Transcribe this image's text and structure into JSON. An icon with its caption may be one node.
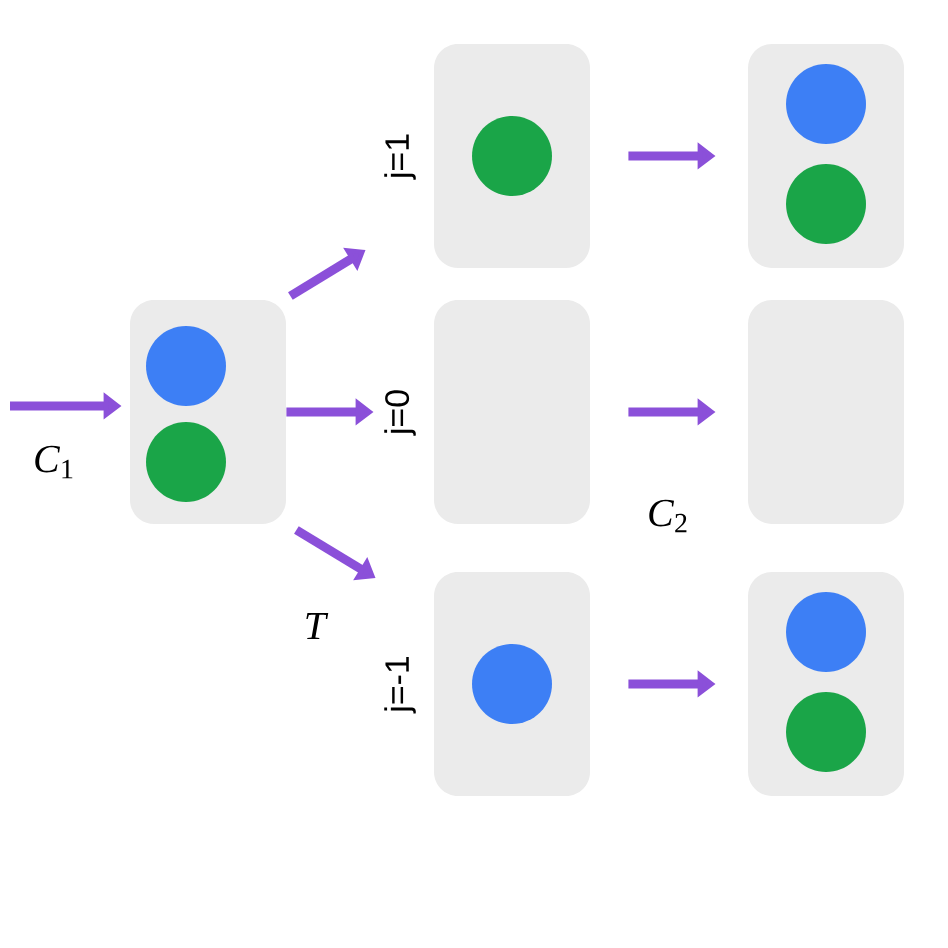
{
  "diagram": {
    "nodes": [
      {
        "text": [],
        "shape": "box"
      },
      {
        "text": [],
        "shape": "circle",
        "in": 0
      },
      {
        "text": [],
        "shape": "circle",
        "in": 0
      },
      {
        "text": [],
        "shape": "box",
        "beside": [
          "j=1"
        ]
      },
      {
        "text": [],
        "shape": "circle",
        "in": 3
      },
      {
        "text": [],
        "shape": "box"
      },
      {
        "text": [],
        "shape": "circle",
        "in": 5
      },
      {
        "text": [],
        "shape": "circle",
        "in": 5
      },
      {
        "text": [],
        "shape": "box",
        "beside": [
          "j=0"
        ]
      },
      {
        "text": [],
        "shape": "box"
      },
      {
        "text": [],
        "shape": "box",
        "beside": [
          "j=-1"
        ]
      },
      {
        "text": [],
        "shape": "circle",
        "in": 10
      },
      {
        "text": [],
        "shape": "box"
      },
      {
        "text": [],
        "shape": "circle",
        "in": 12
      },
      {
        "text": [],
        "shape": "circle",
        "in": 12
      }
    ],
    "edges": [
      {
        "from": null,
        "to": 0,
        "arrow": "to",
        "label": "*C*$_{1}$"
      },
      {
        "from": 0,
        "to": 3,
        "arrow": "to"
      },
      {
        "from": 0,
        "to": 8,
        "arrow": "to"
      },
      {
        "from": 0,
        "to": 10,
        "arrow": "to",
        "label": "*T*"
      },
      {
        "from": 3,
        "to": 5,
        "arrow": "to"
      },
      {
        "from": 8,
        "to": 9,
        "arrow": "to",
        "label": "*C*$_{2}$"
      },
      {
        "from": 10,
        "to": 12,
        "arrow": "to"
      }
    ]
  }
}
